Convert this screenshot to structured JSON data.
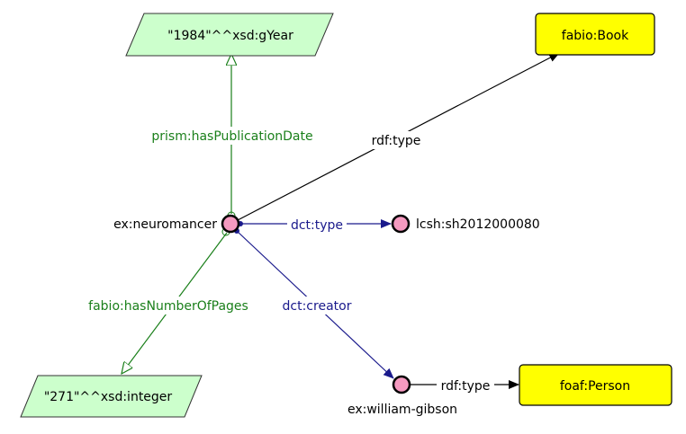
{
  "nodes": {
    "neuromancer": "ex:neuromancer",
    "lcsh": "lcsh:sh2012000080",
    "william_gibson": "ex:william-gibson"
  },
  "classes": {
    "book": "fabio:Book",
    "person": "foaf:Person"
  },
  "literals": {
    "year": "\"1984\"^^xsd:gYear",
    "pages": "\"271\"^^xsd:integer"
  },
  "edges": {
    "publication_date": "prism:hasPublicationDate",
    "number_of_pages": "fabio:hasNumberOfPages",
    "rdf_type_book": "rdf:type",
    "dct_type": "dct:type",
    "dct_creator": "dct:creator",
    "rdf_type_person": "rdf:type"
  },
  "colors": {
    "individual_fill": "#f59ac0",
    "class_fill": "#ffff00",
    "literal_fill": "#ccffcc",
    "datatype_edge": "#1a7f1a",
    "object_edge": "#1a1a8c",
    "type_edge": "#000000"
  }
}
